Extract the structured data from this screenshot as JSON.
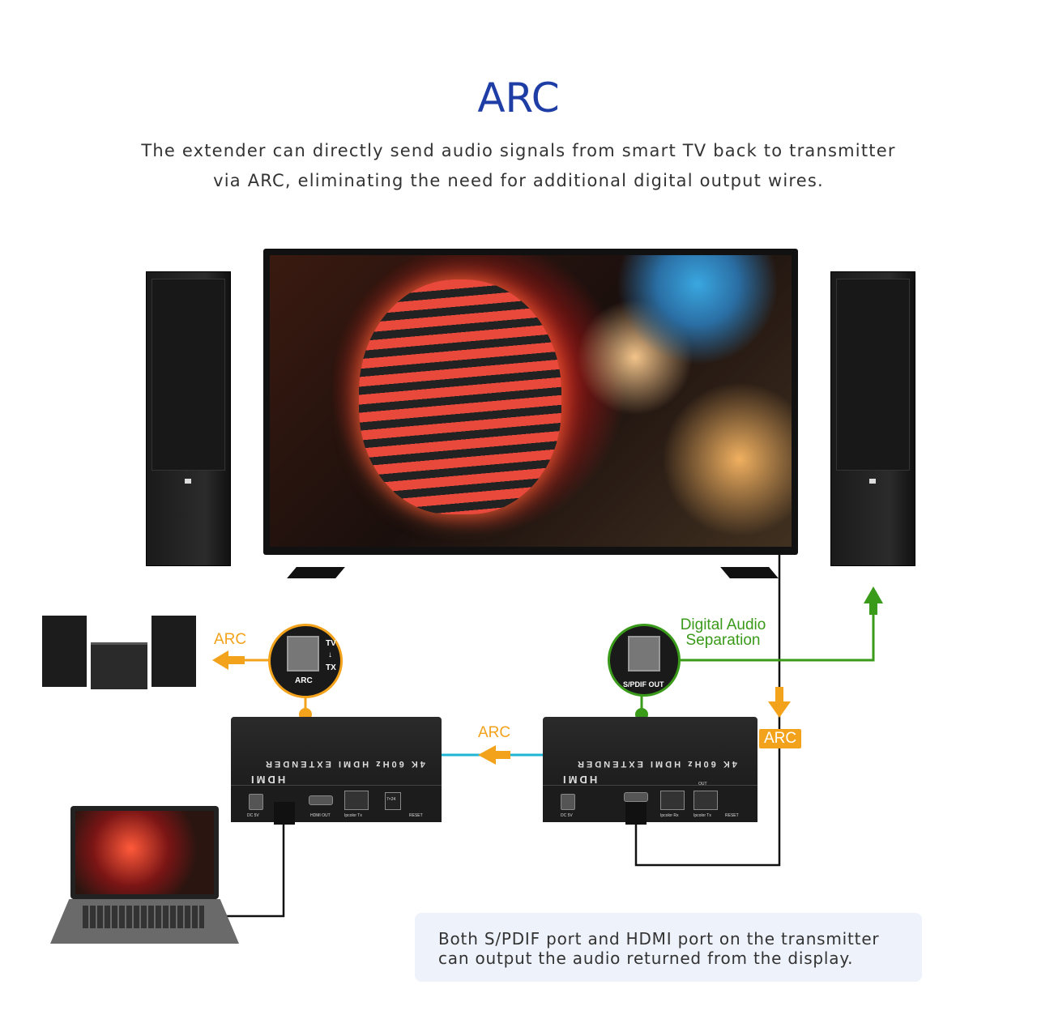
{
  "header": {
    "title": "ARC",
    "subtitle_line1": "The extender can directly send audio signals from smart TV back to transmitter",
    "subtitle_line2": "via ARC, eliminating the need for additional digital output wires."
  },
  "labels": {
    "arc_left": "ARC",
    "arc_middle": "ARC",
    "arc_badge": "ARC",
    "digital_audio_line1": "Digital Audio",
    "digital_audio_line2": "Separation"
  },
  "transmitter": {
    "callout_port_label": "ARC",
    "callout_side_top": "TV",
    "callout_side_arrow": "↓",
    "callout_side_bottom": "TX",
    "brand": "HDMI",
    "model": "4K 60Hz HDMI EXTENDER",
    "ports": [
      "DC 5V",
      "HDMI OUT",
      "Ipcolor Tx",
      "7×24",
      "RESET"
    ]
  },
  "receiver": {
    "callout_port_label": "S/PDIF OUT",
    "brand": "HDMI",
    "model": "4K 60Hz HDMI EXTENDER",
    "out_label": "OUT",
    "ports": [
      "DC 5V",
      "Ipcolor Rx",
      "Ipcolor Tx",
      "RESET"
    ]
  },
  "note": {
    "line1": "Both S/PDIF port and HDMI port on the transmitter",
    "line2": "can output the audio returned from the display."
  },
  "colors": {
    "title": "#1e3ea6",
    "arc": "#f3a21b",
    "green": "#3a9a1a",
    "cyan": "#1fb6d6"
  }
}
